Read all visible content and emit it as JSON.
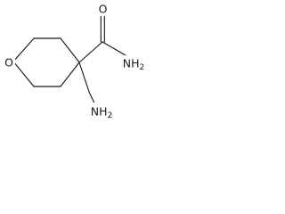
{
  "molecule": {
    "atoms": {
      "ring_oxygen": "O",
      "carbonyl_oxygen": "O",
      "amide_nitrogen": "NH2",
      "amine_nitrogen": "NH2"
    }
  }
}
